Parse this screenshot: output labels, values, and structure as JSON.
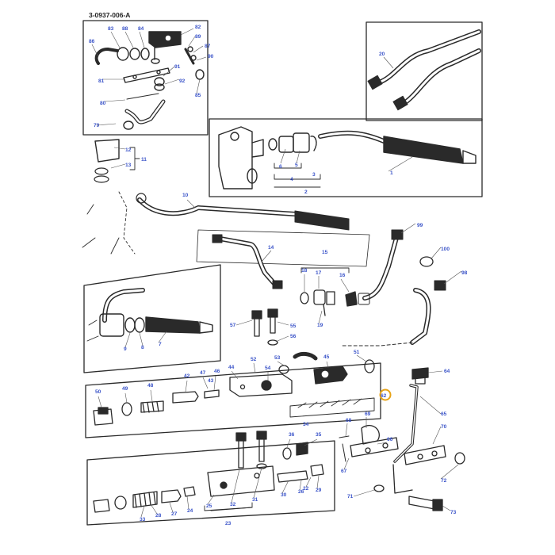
{
  "diagram": {
    "reference_code": "3-0937-006-A",
    "label_color": "#3b54c9",
    "highlight_color": "#e8a317",
    "ink_color": "#2a2a2a",
    "callouts": [
      {
        "id": "c1",
        "text": "1"
      },
      {
        "id": "c2",
        "text": "2"
      },
      {
        "id": "c3",
        "text": "3"
      },
      {
        "id": "c4",
        "text": "4"
      },
      {
        "id": "c5",
        "text": "5"
      },
      {
        "id": "c6",
        "text": "6"
      },
      {
        "id": "c7",
        "text": "7"
      },
      {
        "id": "c8",
        "text": "8"
      },
      {
        "id": "c9",
        "text": "9"
      },
      {
        "id": "c10",
        "text": "10"
      },
      {
        "id": "c11",
        "text": "11"
      },
      {
        "id": "c12",
        "text": "12"
      },
      {
        "id": "c13",
        "text": "13"
      },
      {
        "id": "c14",
        "text": "14"
      },
      {
        "id": "c15",
        "text": "15"
      },
      {
        "id": "c16",
        "text": "16"
      },
      {
        "id": "c17",
        "text": "17"
      },
      {
        "id": "c18",
        "text": "18"
      },
      {
        "id": "c19",
        "text": "19"
      },
      {
        "id": "c20",
        "text": "20"
      },
      {
        "id": "c22",
        "text": "22"
      },
      {
        "id": "c23",
        "text": "23"
      },
      {
        "id": "c24",
        "text": "24"
      },
      {
        "id": "c25",
        "text": "25"
      },
      {
        "id": "c26",
        "text": "26"
      },
      {
        "id": "c27",
        "text": "27"
      },
      {
        "id": "c28",
        "text": "28"
      },
      {
        "id": "c29",
        "text": "29"
      },
      {
        "id": "c30",
        "text": "30"
      },
      {
        "id": "c31",
        "text": "31"
      },
      {
        "id": "c32",
        "text": "32"
      },
      {
        "id": "c33",
        "text": "33"
      },
      {
        "id": "c34",
        "text": "34"
      },
      {
        "id": "c35",
        "text": "35"
      },
      {
        "id": "c36",
        "text": "36"
      },
      {
        "id": "c42",
        "text": "42"
      },
      {
        "id": "c43",
        "text": "43"
      },
      {
        "id": "c44",
        "text": "44"
      },
      {
        "id": "c45",
        "text": "45"
      },
      {
        "id": "c46",
        "text": "46"
      },
      {
        "id": "c47",
        "text": "47"
      },
      {
        "id": "c48",
        "text": "48"
      },
      {
        "id": "c49",
        "text": "49"
      },
      {
        "id": "c50",
        "text": "50"
      },
      {
        "id": "c51",
        "text": "51"
      },
      {
        "id": "c52",
        "text": "52"
      },
      {
        "id": "c53",
        "text": "53"
      },
      {
        "id": "c54",
        "text": "54"
      },
      {
        "id": "c55",
        "text": "55"
      },
      {
        "id": "c56",
        "text": "56"
      },
      {
        "id": "c57",
        "text": "57"
      },
      {
        "id": "c62",
        "text": "62"
      },
      {
        "id": "c64",
        "text": "64"
      },
      {
        "id": "c65",
        "text": "65"
      },
      {
        "id": "c66",
        "text": "66"
      },
      {
        "id": "c67",
        "text": "67"
      },
      {
        "id": "c68",
        "text": "68"
      },
      {
        "id": "c69",
        "text": "69"
      },
      {
        "id": "c70",
        "text": "70"
      },
      {
        "id": "c71",
        "text": "71"
      },
      {
        "id": "c72",
        "text": "72"
      },
      {
        "id": "c73",
        "text": "73"
      },
      {
        "id": "c79",
        "text": "79"
      },
      {
        "id": "c80",
        "text": "80"
      },
      {
        "id": "c81",
        "text": "81"
      },
      {
        "id": "c82",
        "text": "82"
      },
      {
        "id": "c83",
        "text": "83"
      },
      {
        "id": "c84",
        "text": "84"
      },
      {
        "id": "c85",
        "text": "85"
      },
      {
        "id": "c86",
        "text": "86"
      },
      {
        "id": "c87",
        "text": "87"
      },
      {
        "id": "c88",
        "text": "88"
      },
      {
        "id": "c89",
        "text": "89"
      },
      {
        "id": "c90",
        "text": "90"
      },
      {
        "id": "c91",
        "text": "91"
      },
      {
        "id": "c92",
        "text": "92"
      },
      {
        "id": "c98",
        "text": "98"
      },
      {
        "id": "c99",
        "text": "99"
      },
      {
        "id": "c100",
        "text": "100"
      }
    ],
    "highlighted_callout": "c62"
  }
}
